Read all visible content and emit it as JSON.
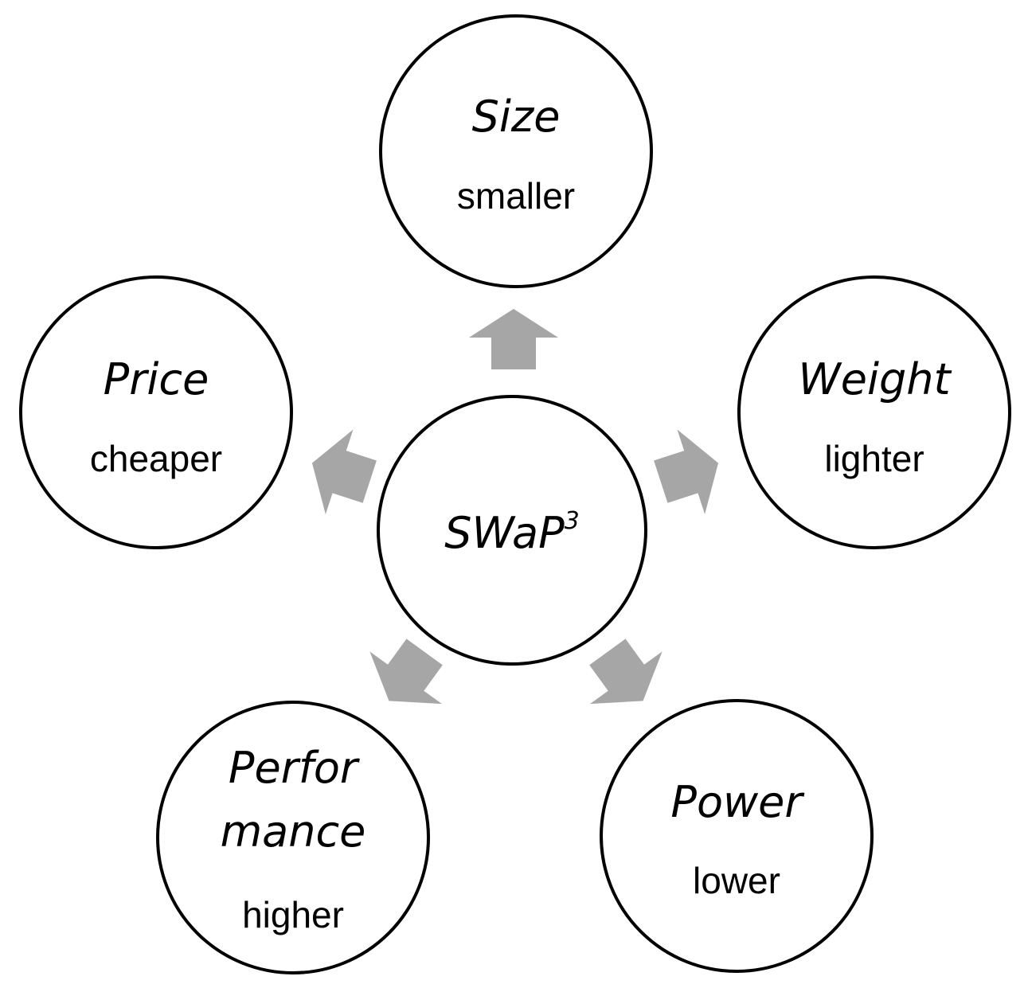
{
  "center": {
    "label": "SWaP",
    "superscript": "3"
  },
  "nodes": {
    "size": {
      "title": "Size",
      "subtitle": "smaller"
    },
    "weight": {
      "title": "Weight",
      "subtitle": "lighter"
    },
    "power": {
      "title": "Power",
      "subtitle": "lower"
    },
    "performance": {
      "title_line1": "Perfor",
      "title_line2": "mance",
      "subtitle": "higher"
    },
    "price": {
      "title": "Price",
      "subtitle": "cheaper"
    }
  },
  "colors": {
    "arrow": "#a6a6a6",
    "stroke": "#000000",
    "background": "#ffffff"
  }
}
